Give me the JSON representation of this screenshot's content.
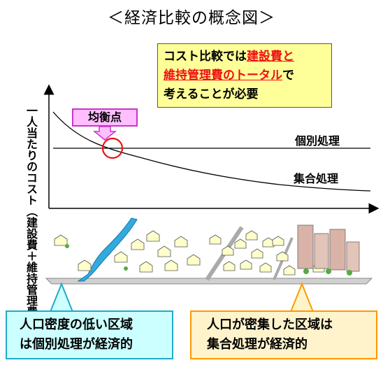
{
  "title": "＜経済比較の概念図＞",
  "note": {
    "line1_pre": "コスト比較では",
    "line1_red": "建設費と",
    "line2_red": "維持管理費のトータル",
    "line2_post": "で",
    "line3": "考えることが必要"
  },
  "y_axis_label": "一人当たりのコスト（建設費＋維持管理費）",
  "callout_label": "均衡点",
  "curve_labels": {
    "individual": "個別処理",
    "collective": "集合処理"
  },
  "bottom_left": {
    "line1": "人口密度の低い区域",
    "line2": "は個別処理が経済的"
  },
  "bottom_right": {
    "line1": "人口が密集した区域は",
    "line2": "集合処理が経済的"
  },
  "colors": {
    "note_bg": "#ffff99",
    "highlight_text": "#ee1111",
    "callout_bg": "#ffbfff",
    "left_box_bg": "#ccffff",
    "right_box_bg": "#fff3cc",
    "river": "#33aadd",
    "equilibrium_circle": "#ee1111"
  }
}
